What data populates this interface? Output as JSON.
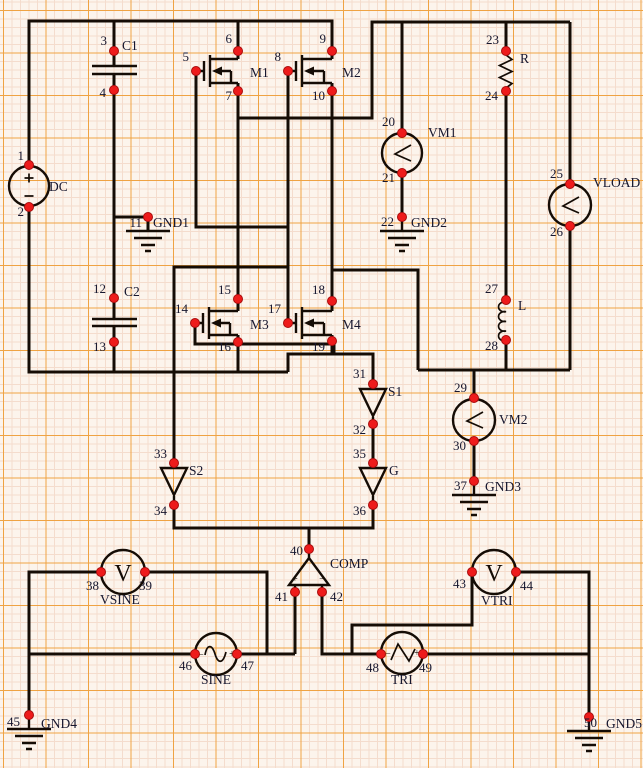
{
  "node_labels": [
    "1",
    "2",
    "3",
    "4",
    "5",
    "6",
    "7",
    "8",
    "9",
    "10",
    "11",
    "12",
    "13",
    "14",
    "15",
    "16",
    "17",
    "18",
    "19",
    "20",
    "21",
    "22",
    "23",
    "24",
    "25",
    "26",
    "27",
    "28",
    "29",
    "30",
    "31",
    "32",
    "33",
    "34",
    "35",
    "36",
    "37",
    "38",
    "39",
    "40",
    "41",
    "42",
    "43",
    "44",
    "45",
    "46",
    "47",
    "48",
    "49",
    "50"
  ],
  "labels": {
    "dc": "DC",
    "c1": "C1",
    "c2": "C2",
    "m1": "M1",
    "m2": "M2",
    "m3": "M3",
    "m4": "M4",
    "gnd1": "GND1",
    "gnd2": "GND2",
    "gnd3": "GND3",
    "gnd4": "GND4",
    "gnd5": "GND5",
    "r": "R",
    "l": "L",
    "vm1": "VM1",
    "vm2": "VM2",
    "vload": "VLOAD",
    "s1": "S1",
    "s2": "S2",
    "g": "G",
    "comp": "COMP",
    "vsine": "VSINE",
    "vtri": "VTRI",
    "sine": "SINE",
    "tri": "TRI"
  },
  "glyphs": {
    "v_meter": "V",
    "plus": "+",
    "minus": "−"
  },
  "colors": {
    "wire": "#150c05",
    "node_dot": "#ee1b1b",
    "grid_major": "#efa343",
    "grid_minor": "#f4dccd",
    "background": "#fcf4ec",
    "text": "#16162e"
  }
}
